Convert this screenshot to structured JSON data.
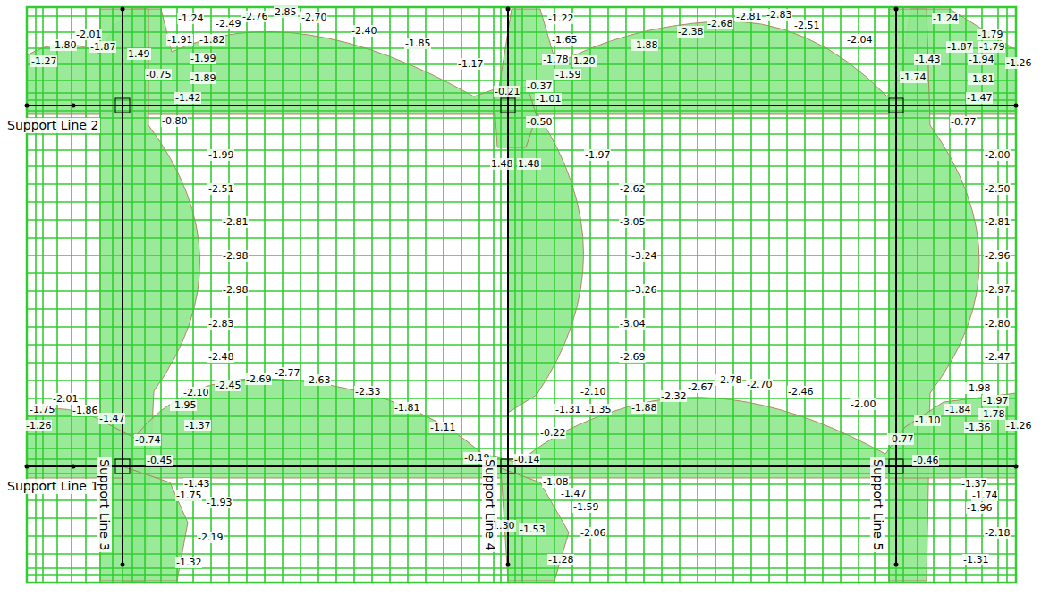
{
  "diagram": {
    "labels": [
      "-1.24",
      "-2.49",
      "-2.76",
      "2.85",
      "-2.70",
      "-2.40",
      "-1.85",
      "-1.17",
      "-0.21",
      "-1.80",
      "-2.01",
      "-1.87",
      "-1.27",
      "-1.91",
      "-1.82",
      "1.49",
      "-0.75",
      "-1.99",
      "-1.89",
      "-1.42",
      "-0.80",
      "-1.99",
      "-2.51",
      "-2.81",
      "-2.98",
      "-2.98",
      "-2.83",
      "-2.48",
      "-2.10",
      "-2.45",
      "-2.69",
      "-2.77",
      "-2.63",
      "-2.33",
      "-1.81",
      "-1.11",
      "-0.19",
      "-1.75",
      "-2.01",
      "-1.86",
      "-1.26",
      "-1.47",
      "-1.95",
      "-1.37",
      "-0.74",
      "-0.45",
      "-1.43",
      "-1.75",
      "-1.93",
      "-2.19",
      "-1.32",
      "-1.22",
      "-1.65",
      "-1.78",
      "1.20",
      "-1.59",
      "-0.37",
      "-1.01",
      "-1.88",
      "-2.38",
      "-2.68",
      "-2.81",
      "-2.83",
      "-2.51",
      "-2.04",
      "-0.50",
      "1.48",
      "1.48",
      "-1.97",
      "-2.62",
      "-3.05",
      "-3.24",
      "-3.26",
      "-3.04",
      "-2.69",
      "-2.10",
      "-1.88",
      "-2.32",
      "-2.67",
      "-2.78",
      "-2.70",
      "-2.46",
      "-2.00",
      "-1.31",
      "-1.35",
      "-0.22",
      "-0.14",
      "-1.08",
      "-1.47",
      "-1.59",
      "1.30",
      "-1.53",
      "-2.06",
      "-1.28",
      "-1.24",
      "-1.87",
      "-1.79",
      "-1.79",
      "-1.94",
      "-1.26",
      "-1.43",
      "-1.74",
      "-1.81",
      "-1.47",
      "-0.77",
      "-2.00",
      "-2.50",
      "-2.81",
      "-2.96",
      "-2.97",
      "-2.80",
      "-2.47",
      "-1.98",
      "-1.97",
      "-1.84",
      "-1.78",
      "-1.26",
      "-1.36",
      "-1.10",
      "-0.77",
      "-0.46",
      "-1.37",
      "-1.74",
      "-1.96",
      "-2.18",
      "-1.31",
      "Support Line 2",
      "Support Line 1",
      "Support Line 3",
      "Support Line 4",
      "Support Line 5"
    ]
  }
}
